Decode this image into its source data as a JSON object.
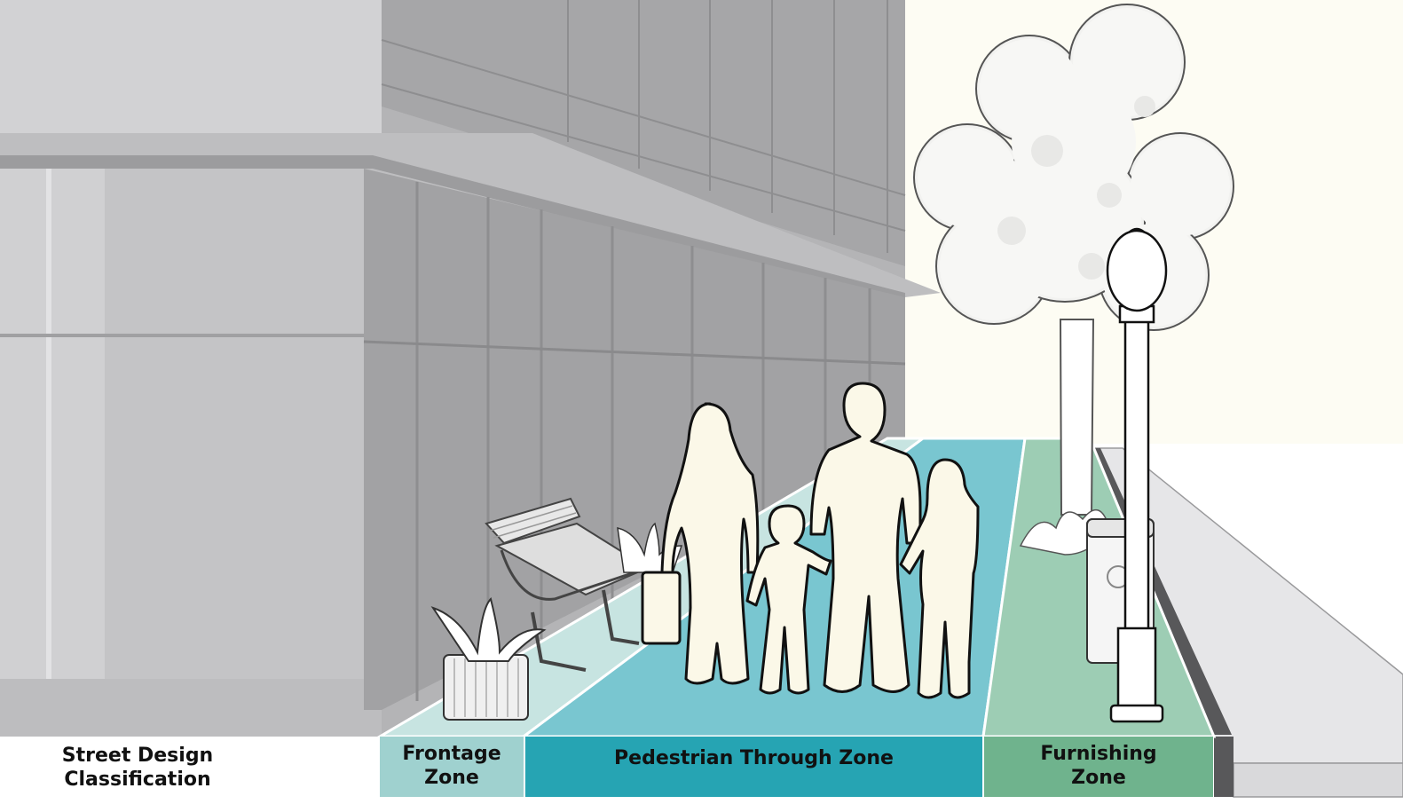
{
  "classification": {
    "label": "Street Design\nClassification"
  },
  "zones": [
    {
      "label": "Frontage\nZone",
      "color": "#9fd1cf"
    },
    {
      "label": "Pedestrian Through Zone",
      "color": "#26a4b3"
    },
    {
      "label": "Furnishing\nZone",
      "color": "#6fb38d"
    }
  ],
  "surfaces": {
    "frontage": "#c7e4e1",
    "pedestrian": "#79c6d0",
    "furnishing": "#9dcdb4",
    "curb": "#58585a",
    "street": "#e6e6e8"
  },
  "figures_fill": "#fbf8e8",
  "building_color": "#a9a9ab",
  "icons": [
    "building",
    "bench",
    "planter",
    "people-group",
    "tree",
    "street-lamp",
    "trash-bin"
  ]
}
